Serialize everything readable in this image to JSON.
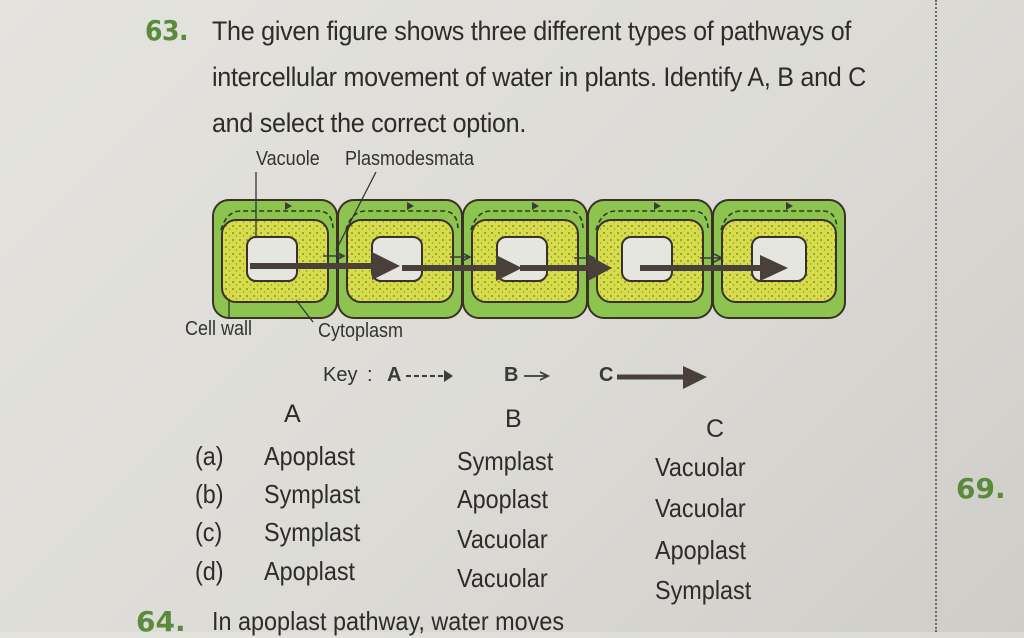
{
  "question": {
    "number": "63.",
    "text": "The given figure shows three different types of pathways of intercellular movement of water in plants. Identify A, B and C and select the correct option."
  },
  "diagram": {
    "labels": {
      "vacuole": "Vacuole",
      "plasmodesmata": "Plasmodesmata",
      "cell_wall": "Cell wall",
      "cytoplasm": "Cytoplasm"
    },
    "cell_count": 5,
    "colors": {
      "cell_wall": "#8dc44f",
      "cytoplasm": "#d6dc4a",
      "vacuole": "#e6e6e1",
      "outline": "#3b3128",
      "arrow": "#4a403a"
    },
    "key": {
      "prefix": "Key",
      "separator": ":",
      "items": [
        {
          "letter": "A",
          "style": "dashed-arrow"
        },
        {
          "letter": "B",
          "style": "thin-arrow"
        },
        {
          "letter": "C",
          "style": "thick-arrow"
        }
      ]
    }
  },
  "options_table": {
    "headers": [
      "A",
      "B",
      "C"
    ],
    "rows": [
      {
        "label": "(a)",
        "A": "Apoplast",
        "B": "Symplast",
        "C": "Vacuolar"
      },
      {
        "label": "(b)",
        "A": "Symplast",
        "B": "Apoplast",
        "C": "Vacuolar"
      },
      {
        "label": "(c)",
        "A": "Symplast",
        "B": "Vacuolar",
        "C": "Apoplast"
      },
      {
        "label": "(d)",
        "A": "Apoplast",
        "B": "Vacuolar",
        "C": "Symplast"
      }
    ]
  },
  "next_question": {
    "number": "64.",
    "text": "In apoplast pathway, water moves"
  },
  "side_column": {
    "number": "69."
  }
}
